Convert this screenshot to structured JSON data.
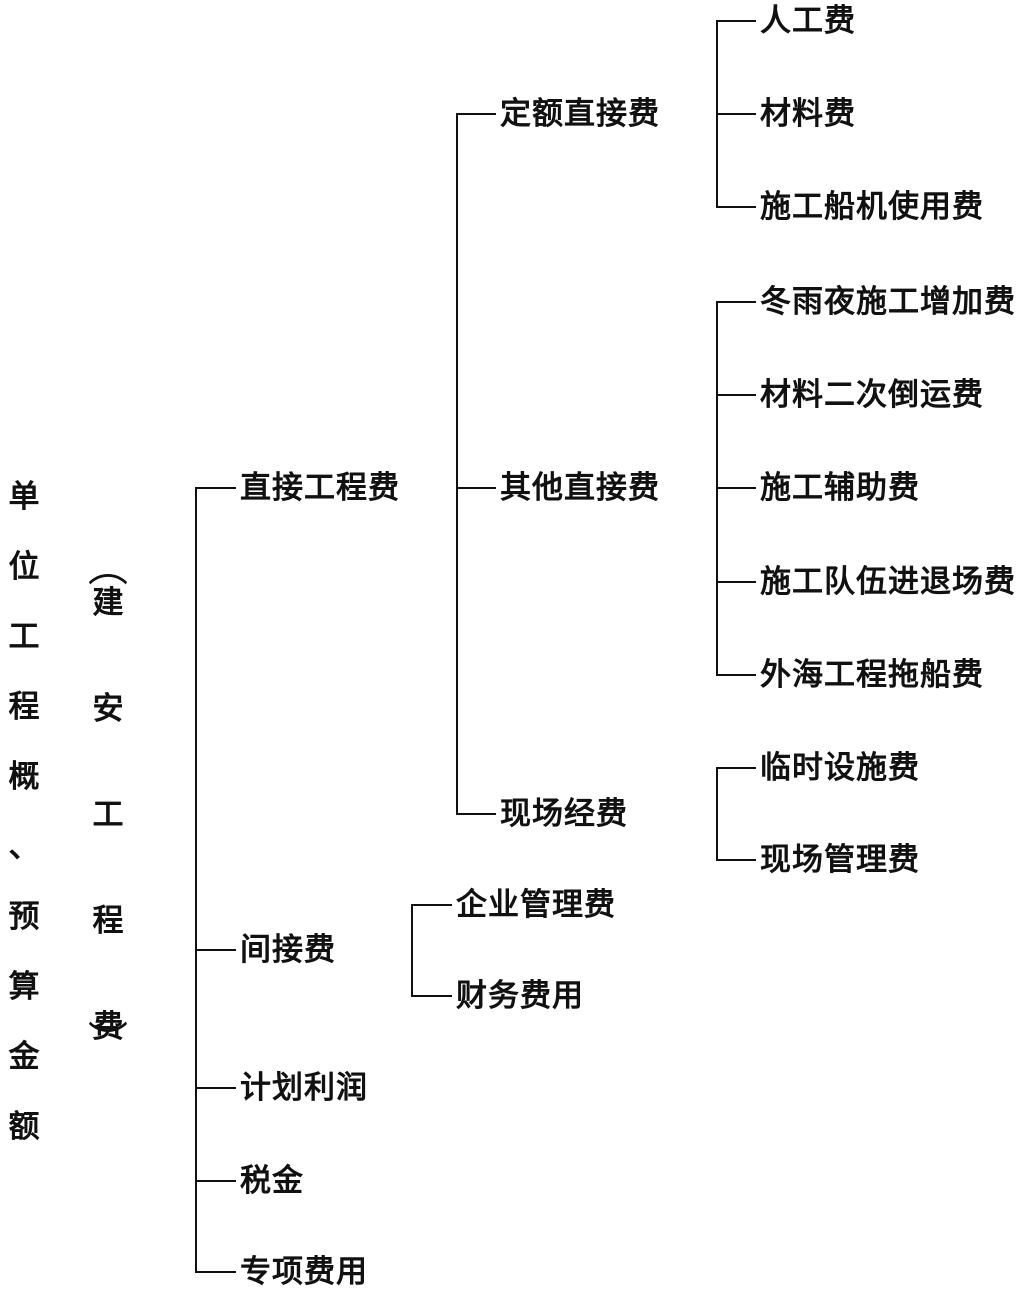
{
  "root_label": [
    "单",
    "位",
    "工",
    "程",
    "概",
    "、",
    "预",
    "算",
    "金",
    "额"
  ],
  "sub_root": {
    "open_paren": "︵",
    "chars": [
      "建",
      "安",
      "工",
      "程",
      "费"
    ],
    "close_paren": "︶"
  },
  "level1": {
    "direct_cost": "直接工程费",
    "indirect_cost": "间接费",
    "planned_profit": "计划利润",
    "tax": "税金",
    "special_cost": "专项费用"
  },
  "level2": {
    "quota_direct": "定额直接费",
    "other_direct": "其他直接费",
    "site_expense": "现场经费",
    "enterprise_mgmt": "企业管理费",
    "finance_cost": "财务费用"
  },
  "level3": {
    "labor": "人工费",
    "material": "材料费",
    "ship_machine": "施工船机使用费",
    "winter_rain_night": "冬雨夜施工增加费",
    "secondary_transport": "材料二次倒运费",
    "construction_aux": "施工辅助费",
    "team_mobilization": "施工队伍进退场费",
    "offshore_towing": "外海工程拖船费",
    "temporary_facilities": "临时设施费",
    "site_management": "现场管理费"
  }
}
